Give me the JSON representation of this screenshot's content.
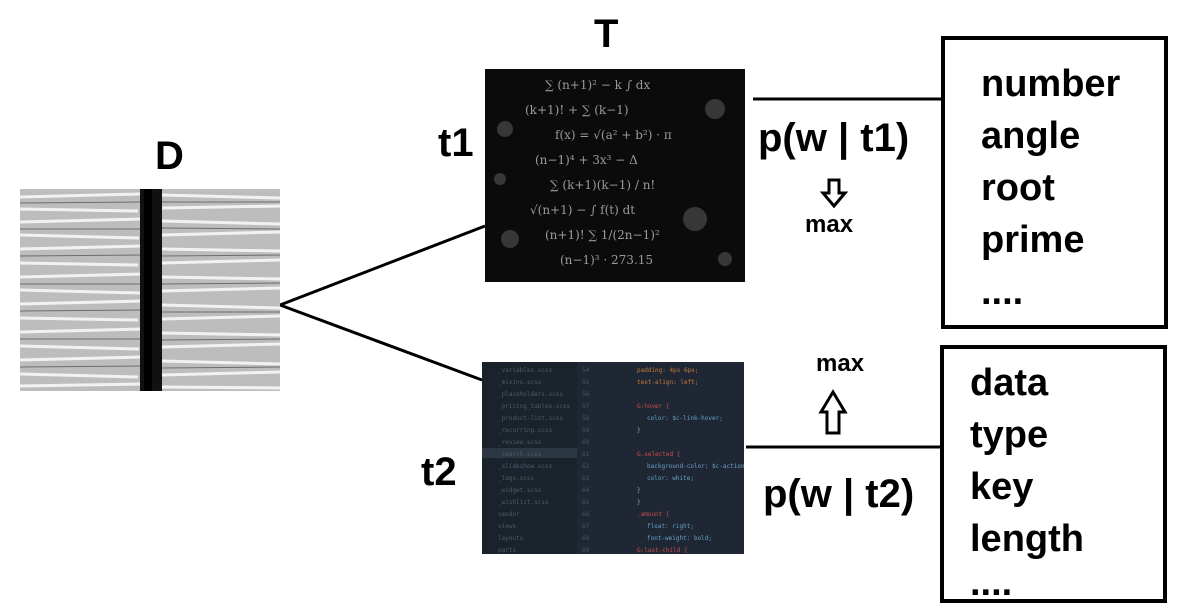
{
  "labels": {
    "D": "D",
    "T": "T",
    "t1": "t1",
    "t2": "t2",
    "p_t1": "p(w | t1)",
    "p_t2": "p(w | t2)",
    "max1": "max",
    "max2": "max"
  },
  "box1_words": [
    "number",
    "angle",
    "root",
    "prime",
    "...."
  ],
  "box2_words": [
    "data",
    "type",
    "key",
    "length",
    "...."
  ],
  "icons": {
    "documents": "paper-stack-photo",
    "math": "math-formulas-photo",
    "code": "code-editor-photo",
    "arrow_down": "hollow-arrow-down",
    "arrow_up": "hollow-arrow-up"
  }
}
